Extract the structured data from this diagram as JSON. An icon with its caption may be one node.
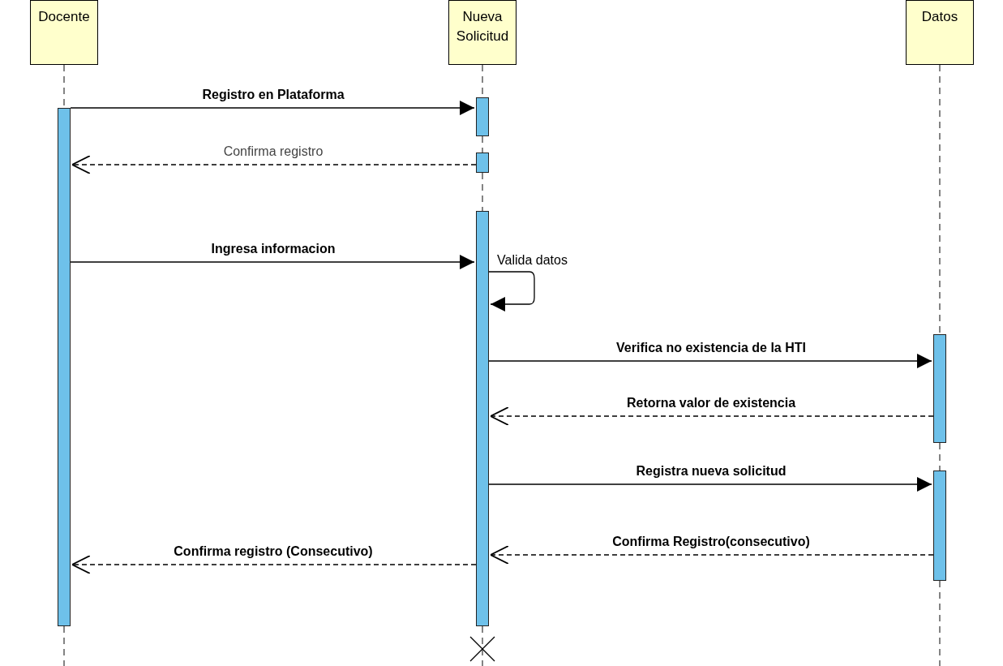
{
  "diagram": {
    "nodes": [
      {
        "text": [
          "Docente"
        ]
      },
      {
        "text": [
          "Nueva Solicitud"
        ]
      },
      {
        "text": [
          "Datos"
        ]
      },
      {
        "text": [],
        "shape": "bar"
      },
      {
        "text": [],
        "shape": "bar"
      },
      {
        "text": [],
        "shape": "bar"
      },
      {
        "text": [],
        "shape": "bar"
      },
      {
        "text": [],
        "shape": "bar"
      },
      {
        "text": [],
        "shape": "bar"
      }
    ],
    "edges": [
      {
        "from": 3,
        "to": 4,
        "arrow": "to",
        "label": "Registro en Plataforma"
      },
      {
        "from": 5,
        "to": 3,
        "arrow": "to",
        "label": "Confirma registro",
        "style": "dashed"
      },
      {
        "from": 3,
        "to": 6,
        "arrow": "to",
        "label": "Ingresa informacion"
      },
      {
        "from": 6,
        "to": 6,
        "arrow": "to",
        "label": "Valida datos"
      },
      {
        "from": 6,
        "to": 7,
        "arrow": "to",
        "label": "Verifica no existencia de la HTI"
      },
      {
        "from": 7,
        "to": 6,
        "arrow": "to",
        "label": "Retorna valor de existencia",
        "style": "dashed"
      },
      {
        "from": 6,
        "to": 8,
        "arrow": "to",
        "label": "Registra nueva solicitud"
      },
      {
        "from": 8,
        "to": 6,
        "arrow": "to",
        "label": "Confirma Registro(consecutivo)",
        "style": "dashed"
      },
      {
        "from": 6,
        "to": 3,
        "arrow": "to",
        "label": "Confirma registro (Consecutivo)",
        "style": "dashed"
      },
      {
        "from": 0,
        "to": 3,
        "arrow": "none",
        "style": "dashed"
      },
      {
        "from": 3,
        "to": null,
        "arrow": "none",
        "style": "dashed"
      },
      {
        "from": 1,
        "to": 4,
        "arrow": "none",
        "style": "dashed"
      },
      {
        "from": 4,
        "to": 5,
        "arrow": "none",
        "style": "dashed"
      },
      {
        "from": 5,
        "to": 6,
        "arrow": "none",
        "style": "dashed"
      },
      {
        "from": 6,
        "to": null,
        "arrow": "none",
        "style": "dashed"
      },
      {
        "from": 2,
        "to": 7,
        "arrow": "none",
        "style": "dashed"
      },
      {
        "from": 7,
        "to": 8,
        "arrow": "none",
        "style": "dashed"
      },
      {
        "from": 8,
        "to": null,
        "arrow": "none",
        "style": "dashed"
      }
    ]
  }
}
